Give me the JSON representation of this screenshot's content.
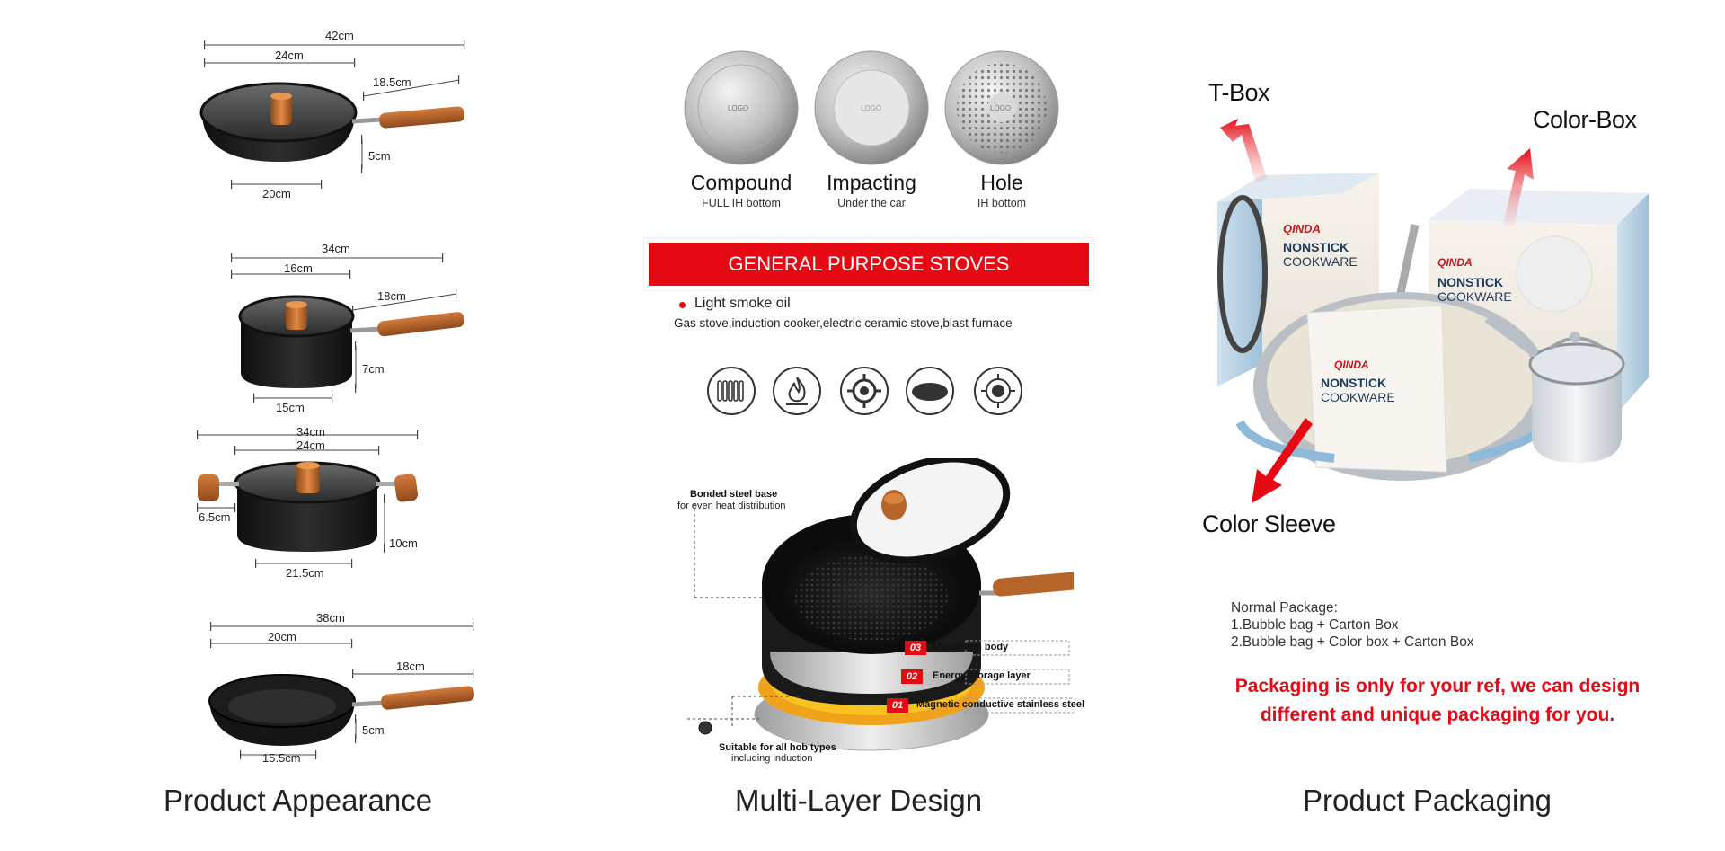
{
  "colors": {
    "accent_red": "#e50914",
    "wood": "#b5642a",
    "pan_black": "#1c1c1c"
  },
  "appearance": {
    "caption": "Product Appearance",
    "pan1": {
      "total": "42cm",
      "diameter": "24cm",
      "handle": "18.5cm",
      "height": "5cm",
      "base": "20cm"
    },
    "pan2": {
      "total": "34cm",
      "diameter": "16cm",
      "handle": "18cm",
      "height": "7cm",
      "base": "15cm"
    },
    "pan3": {
      "total": "34cm",
      "diameter": "24cm",
      "handle_side": "6.5cm",
      "height": "10cm",
      "base": "21.5cm"
    },
    "pan4": {
      "total": "38cm",
      "diameter": "20cm",
      "handle": "18cm",
      "height": "5cm",
      "base": "15.5cm"
    }
  },
  "multilayer": {
    "caption": "Multi-Layer Design",
    "bottoms": [
      {
        "title": "Compound",
        "subtitle": "FULL IH bottom",
        "logo": "LOGO"
      },
      {
        "title": "Impacting",
        "subtitle": "Under the car",
        "logo": "LOGO"
      },
      {
        "title": "Hole",
        "subtitle": "IH bottom",
        "logo": "LOGO"
      }
    ],
    "banner": "GENERAL PURPOSE STOVES",
    "bullet": "Light smoke oil",
    "stoves_line": "Gas stove,induction cooker,electric ceramic stove,blast furnace",
    "hob_icons": [
      "induction-coil-icon",
      "flame-icon",
      "gas-burner-icon",
      "ceramic-plate-icon",
      "electric-hob-icon"
    ],
    "callout_top_1": "Bonded steel base",
    "callout_top_2": "for even heat distribution",
    "layers": [
      {
        "num": "03",
        "label": "Aluminium body"
      },
      {
        "num": "02",
        "label": "Energy storage layer"
      },
      {
        "num": "01",
        "label": "Magnetic conductive stainless steel"
      }
    ],
    "callout_bottom_1": "Suitable for all hob types",
    "callout_bottom_2": "including induction"
  },
  "packaging": {
    "caption": "Product Packaging",
    "t_box": "T-Box",
    "color_box": "Color-Box",
    "color_sleeve": "Color Sleeve",
    "brand": "QINDA",
    "box_line1": "NONSTICK",
    "box_line2": "COOKWARE",
    "normal_title": "Normal Package:",
    "option1": "1.Bubble bag + Carton Box",
    "option2": "2.Bubble bag + Color box + Carton Box",
    "note_line1": "Packaging is only for your ref, we can design",
    "note_line2": "different and unique packaging for you."
  }
}
